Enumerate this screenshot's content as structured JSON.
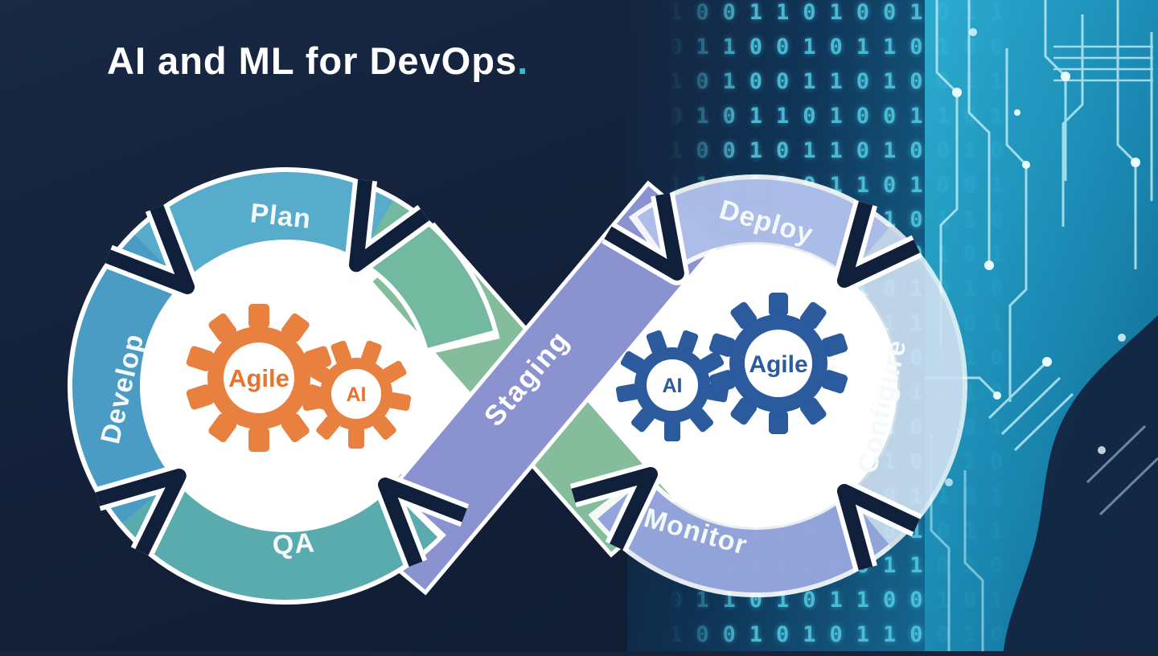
{
  "title": {
    "text": "AI and ML for DevOps",
    "dot": "."
  },
  "diagram": {
    "left_loop": {
      "labels": {
        "plan": "Plan",
        "develop": "Develop",
        "qa": "QA"
      },
      "gears": {
        "large": "Agile",
        "small": "AI"
      }
    },
    "right_loop": {
      "labels": {
        "deploy": "Deploy",
        "configure": "Configure",
        "monitor": "Monitor"
      },
      "gears": {
        "small": "AI",
        "large": "Agile"
      }
    },
    "center": {
      "staging": "Staging"
    }
  },
  "background": {
    "binary": "1001101001011\n0110010110100\n1010011010011\n0101101001101\n1001011010010\n1100101101001\n0011010010110\n1010110100101\n0101001101010\n1011010011001\n0100101100110\n1101001011010\n1010010110101\n0011011010010\n1100100101101\n0101101001011\n1010010011010\n0110101100101\n1001010110010"
  },
  "colors": {
    "background_navy": "#16243d",
    "title_dot_cyan": "#35b8d6",
    "left_ring_blue": "#4a9cc5",
    "left_ring_topblue": "#57accb",
    "left_ring_teal": "#5aabad",
    "left_ring_green": "#73b9a0",
    "green_band": "#84bc9c",
    "purple_band": "#8a92cf",
    "right_ring_periwinkle": "#8d9fd8",
    "right_ring_light": "#a3b7e6",
    "orange_gear": "#e8813f",
    "blue_gear": "#2b5a9d",
    "binary_cyan": "#49c8e4",
    "circuit_trace": "#b9e9f4"
  }
}
